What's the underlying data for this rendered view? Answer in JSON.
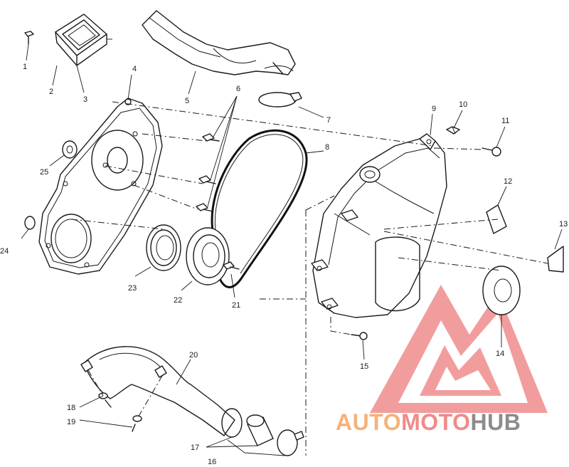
{
  "diagram": {
    "callouts": [
      "1",
      "2",
      "3",
      "4",
      "5",
      "6",
      "7",
      "8",
      "9",
      "10",
      "11",
      "12",
      "13",
      "14",
      "15",
      "16",
      "17",
      "18",
      "19",
      "20",
      "21",
      "22",
      "23",
      "24",
      "25"
    ]
  },
  "watermark": {
    "brand_part1": "AUTO",
    "brand_part2": "MOTO",
    "brand_part3": "HUB",
    "colors": {
      "auto": "#f5b27a",
      "moto": "#f28a8a",
      "hub": "#8c8c8c",
      "logo": "#f08d8d"
    }
  }
}
